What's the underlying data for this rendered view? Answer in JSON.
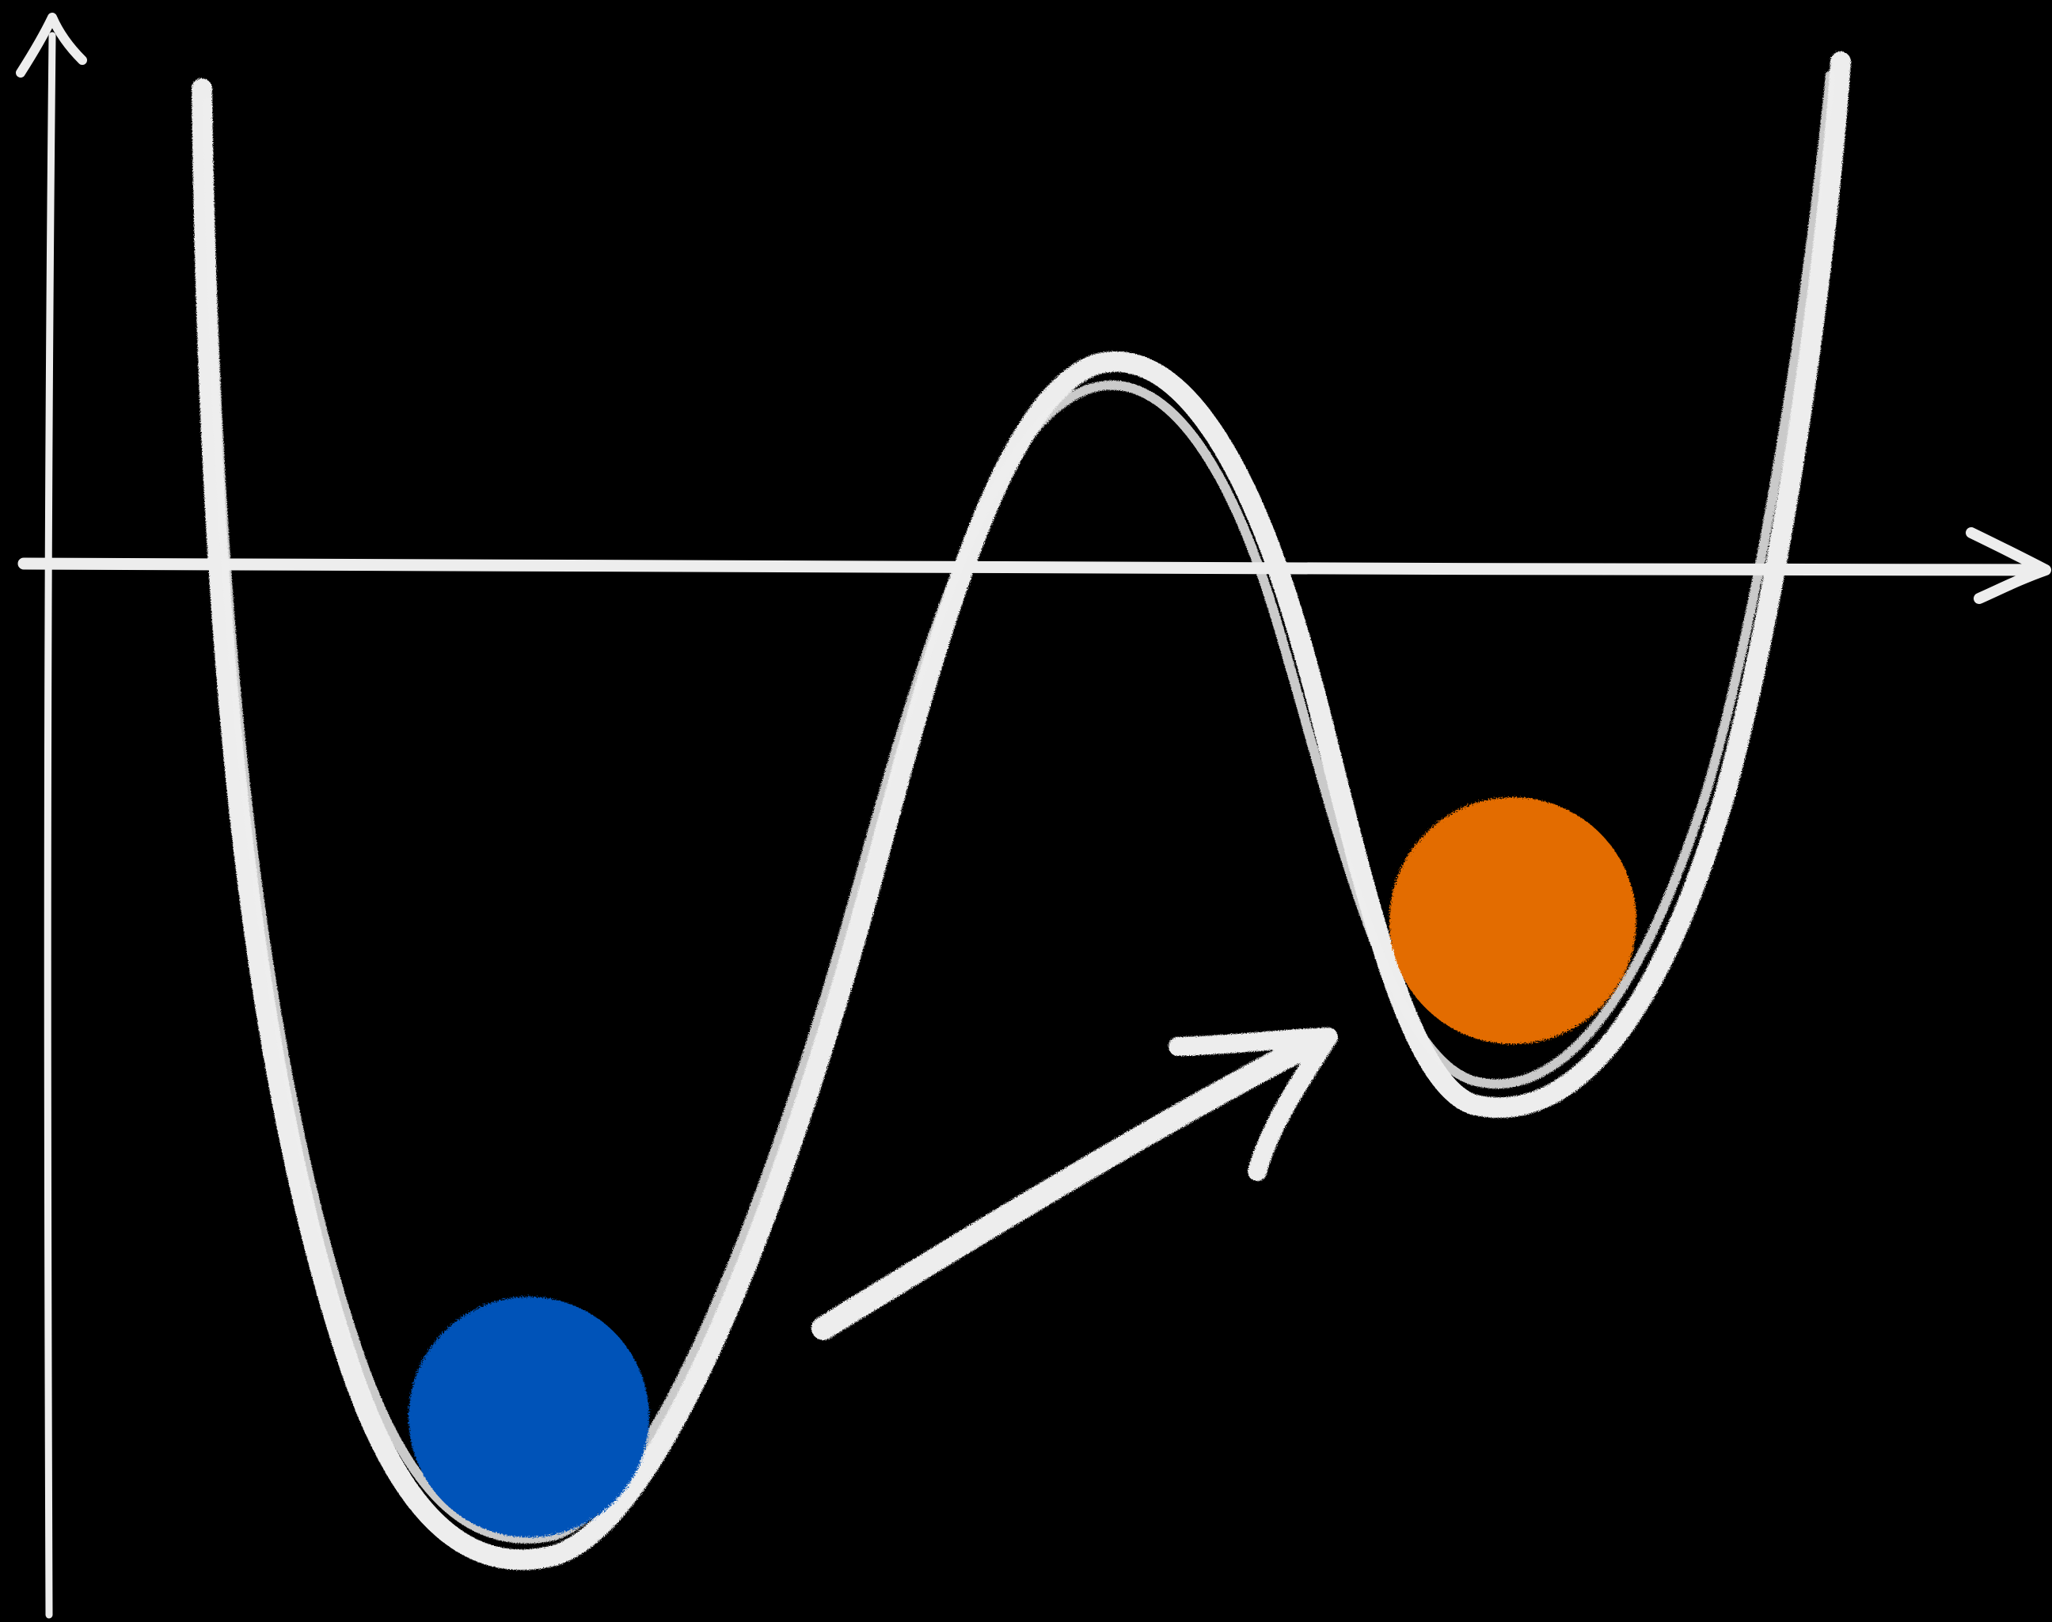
{
  "diagram": {
    "background_color": "#000000",
    "line_color": "#ededed",
    "nodes": [
      {
        "id": "deep-well-ball",
        "label": "",
        "color": "#0052b8"
      },
      {
        "id": "shallow-well-ball",
        "label": "",
        "color": "#e36c05"
      }
    ],
    "edges": [
      {
        "from": "deep-well-ball",
        "to": "shallow-well-ball",
        "label": ""
      }
    ]
  }
}
